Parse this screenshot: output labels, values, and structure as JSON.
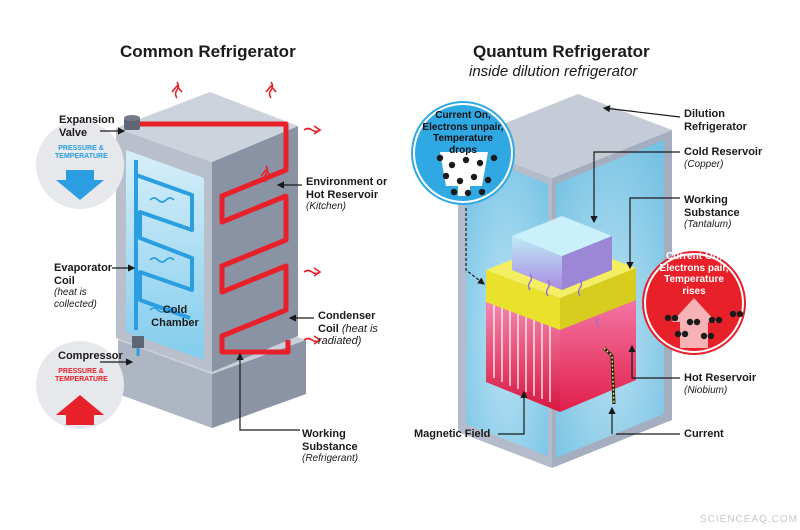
{
  "left": {
    "title": "Common Refrigerator",
    "expansion_valve": "Expansion Valve",
    "pressure_temp_top": "PRESSURE & TEMPERATURE",
    "environment": "Environment or Hot Reservoir",
    "environment_note": "(Kitchen)",
    "evaporator": "Evaporator Coil",
    "evaporator_note": "(heat is collected)",
    "cold_chamber": "Cold Chamber",
    "condenser": "Condenser Coil",
    "condenser_note": "(heat is radiated)",
    "compressor": "Compressor",
    "pressure_temp_bottom": "PRESSURE & TEMPERATURE",
    "working_substance": "Working Substance",
    "working_substance_note": "(Refrigerant)"
  },
  "right": {
    "title": "Quantum Refrigerator",
    "subtitle": "inside dilution refrigerator",
    "bubble_on": "Current On, Electrons unpair, Temperature drops",
    "dilution": "Dilution Refrigerator",
    "cold_reservoir": "Cold Reservoir",
    "cold_reservoir_note": "(Copper)",
    "working_substance": "Working Substance",
    "working_substance_note": "(Tantalum)",
    "bubble_off": "Current Off, Electrons pair, Temperature rises",
    "hot_reservoir": "Hot Reservoir",
    "hot_reservoir_note": "(Niobium)",
    "magnetic_field": "Magnetic Field",
    "current": "Current"
  },
  "watermark": "SCIENCEAQ.COM",
  "colors": {
    "heat_red": "#e8202a",
    "cool_blue": "#2a9ee0",
    "gray_dark": "#8a93a4",
    "gray_light": "#c3c9d4",
    "glass_blue": "#bfe6f7",
    "yellow": "#f0ea3c",
    "pink": "#f06a9a"
  }
}
